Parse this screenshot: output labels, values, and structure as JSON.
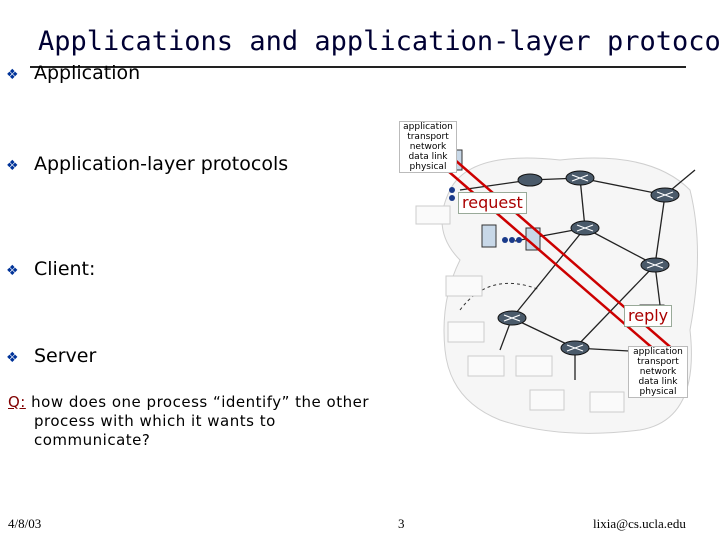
{
  "title": "Applications and application-layer protocols",
  "bullets": [
    "Application",
    "Application-layer protocols",
    "Client:",
    "Server"
  ],
  "question": {
    "label": "Q:",
    "line1": " how does one process “identify” the other",
    "line2": "process with which it wants to",
    "line3": "communicate?"
  },
  "diagram": {
    "stack_layers": [
      "application",
      "transport",
      "network",
      "data link",
      "physical"
    ],
    "request_label": "request",
    "reply_label": "reply",
    "arrow_color": "#cc0000"
  },
  "footer": {
    "date": "4/8/03",
    "page": "3",
    "email": "lixia@cs.ucla.edu"
  }
}
